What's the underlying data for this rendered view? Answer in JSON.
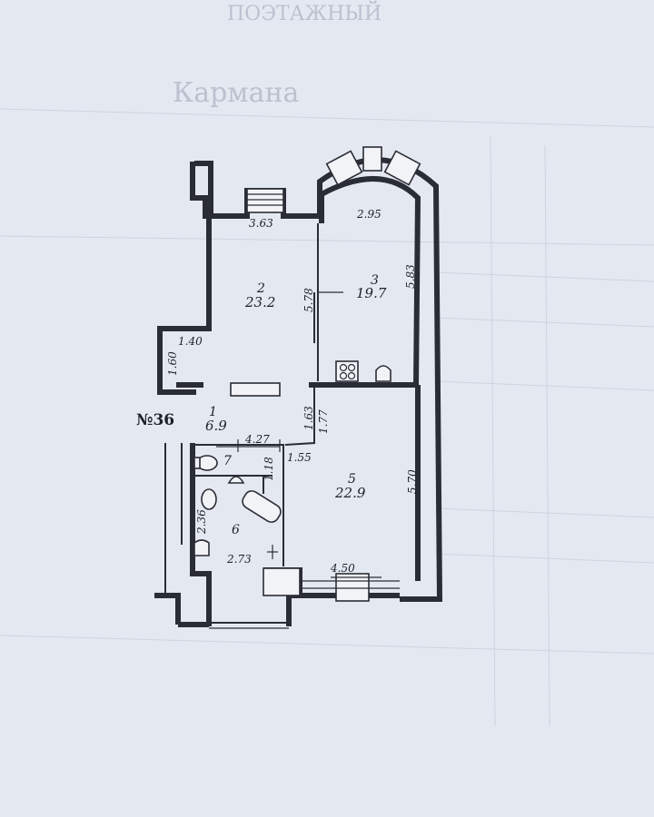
{
  "document": {
    "header_faint": [
      "ПОЭТАЖНЫЙ",
      "Кармана"
    ]
  },
  "plan": {
    "apartment_number": "№36",
    "rooms": [
      {
        "number": "1",
        "area": "6.9"
      },
      {
        "number": "2",
        "area": "23.2"
      },
      {
        "number": "3",
        "area": "19.7"
      },
      {
        "number": "5",
        "area": "22.9"
      },
      {
        "number": "6",
        "area": ""
      },
      {
        "number": "7",
        "area": ""
      }
    ],
    "dimensions": [
      "3.63",
      "2.95",
      "5.83",
      "5.78",
      "1.40",
      "1.60",
      "1.63",
      "1.77",
      "4.27",
      "1.55",
      "1.18",
      "5.70",
      "2.36",
      "2.73",
      "4.50"
    ]
  }
}
